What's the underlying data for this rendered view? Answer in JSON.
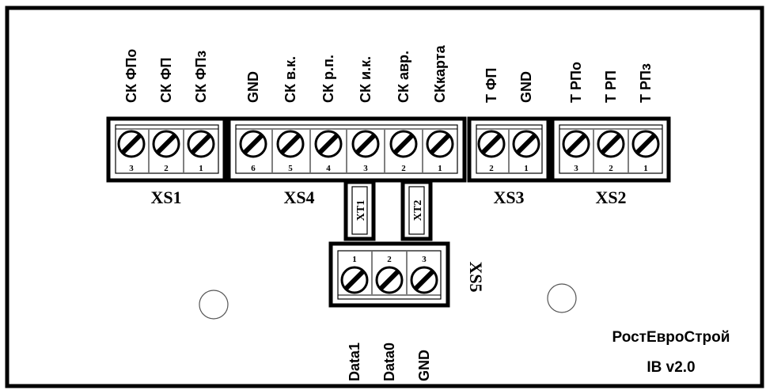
{
  "board": {
    "brand": "РостЕвроСтрой",
    "version": "IB v2.0"
  },
  "connectors": [
    {
      "id": "XS1",
      "pins": [
        {
          "num": "3",
          "signal": "СК ФПо"
        },
        {
          "num": "2",
          "signal": "СК ФП"
        },
        {
          "num": "1",
          "signal": "СК ФПз"
        }
      ]
    },
    {
      "id": "XS4",
      "pins": [
        {
          "num": "6",
          "signal": "GND"
        },
        {
          "num": "5",
          "signal": "СК в.к."
        },
        {
          "num": "4",
          "signal": "СК р.п."
        },
        {
          "num": "3",
          "signal": "СК и.к."
        },
        {
          "num": "2",
          "signal": "СК авр."
        },
        {
          "num": "1",
          "signal": "СКкарта"
        }
      ]
    },
    {
      "id": "XS3",
      "pins": [
        {
          "num": "2",
          "signal": "Т ФП"
        },
        {
          "num": "1",
          "signal": "GND"
        }
      ]
    },
    {
      "id": "XS2",
      "pins": [
        {
          "num": "3",
          "signal": "Т РПо"
        },
        {
          "num": "2",
          "signal": "Т РП"
        },
        {
          "num": "1",
          "signal": "Т РПз"
        }
      ]
    },
    {
      "id": "XS5",
      "pins": [
        {
          "num": "1",
          "signal": "Data1"
        },
        {
          "num": "2",
          "signal": "Data0"
        },
        {
          "num": "3",
          "signal": "GND"
        }
      ]
    }
  ],
  "jumpers": [
    "XT1",
    "XT2"
  ]
}
